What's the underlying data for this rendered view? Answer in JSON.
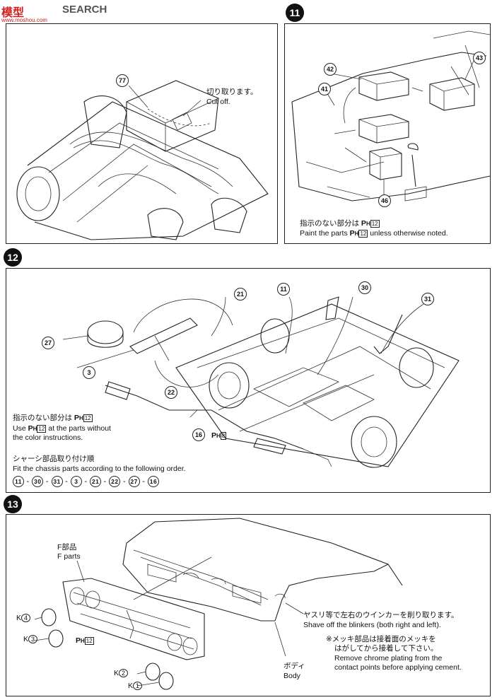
{
  "watermark": {
    "brand_a": "模型",
    "brand_b": "SEARCH",
    "url": "www.moshou.com"
  },
  "step11": {
    "number": "11",
    "parts": [
      "42",
      "41",
      "43",
      "46"
    ],
    "note_jp": "指示のない部分は",
    "note_en_a": "Paint the parts",
    "note_en_b": "unless otherwise noted.",
    "paint_code": "H",
    "paint_num": "12"
  },
  "step10": {
    "part": "77",
    "cut_jp": "切り取ります。",
    "cut_en": "Cut off."
  },
  "step12": {
    "number": "12",
    "parts": [
      "21",
      "11",
      "30",
      "31",
      "27",
      "3",
      "22",
      "16"
    ],
    "paint_note_jp": "指示のない部分は",
    "paint_note_en_a": "Use",
    "paint_note_en_b": "at the parts without",
    "paint_note_en_c": "the color instructions.",
    "paint_code": "H",
    "paint_num": "12",
    "paint_num_8": "8",
    "order_jp": "シャーシ部品取り付け順",
    "order_en": "Fit the chassis parts according to the following order.",
    "order_seq": [
      "11",
      "30",
      "31",
      "3",
      "21",
      "22",
      "27",
      "16"
    ]
  },
  "step13": {
    "number": "13",
    "f_parts_jp": "F部品",
    "f_parts_en": "F parts",
    "k_labels": [
      "4",
      "3",
      "2",
      "1"
    ],
    "k_prefix": "K",
    "paint_code": "H",
    "paint_num": "12",
    "shave_jp": "ヤスリ等で左右のウインカーを削り取ります。",
    "shave_en": "Shave off the blinkers (both right and left).",
    "chrome_jp_a": "※メッキ部品は接着面のメッキを",
    "chrome_jp_b": "はがしてから接着して下さい。",
    "chrome_en_a": "Remove chrome plating from the",
    "chrome_en_b": "contact points before applying cement.",
    "body_jp": "ボディ",
    "body_en": "Body"
  }
}
